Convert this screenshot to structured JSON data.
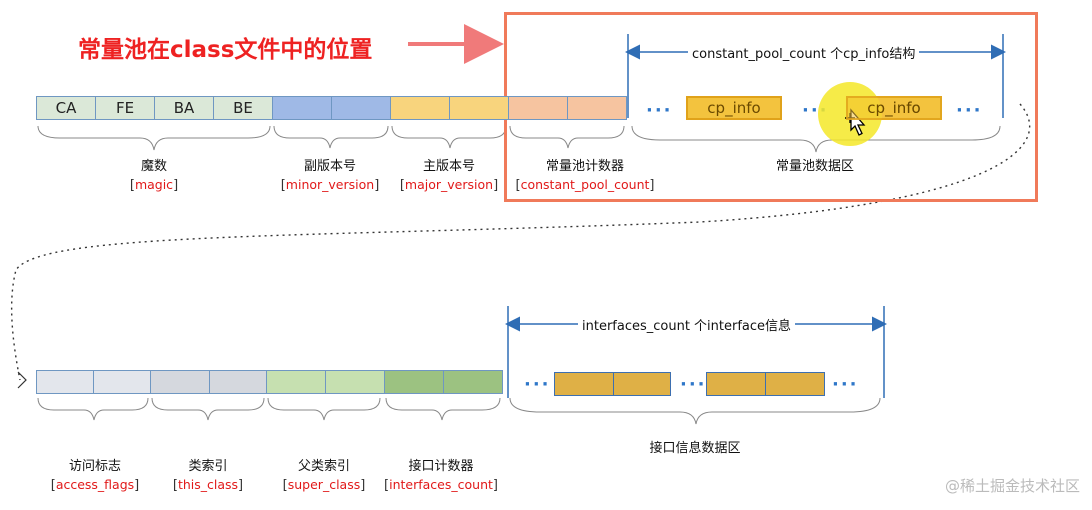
{
  "title": "常量池在class文件中的位置",
  "row1": {
    "magic_bytes": [
      "CA",
      "FE",
      "BA",
      "BE"
    ],
    "labels": [
      {
        "cn": "魔数",
        "en": "magic"
      },
      {
        "cn": "副版本号",
        "en": "minor_version"
      },
      {
        "cn": "主版本号",
        "en": "major_version"
      },
      {
        "cn": "常量池计数器",
        "en": "constant_pool_count"
      },
      {
        "cn": "常量池数据区",
        "en": ""
      }
    ],
    "span_label": "constant_pool_count 个cp_info结构",
    "cp_info": [
      "cp_info",
      "cp_info"
    ]
  },
  "row2": {
    "labels": [
      {
        "cn": "访问标志",
        "en": "access_flags"
      },
      {
        "cn": "类索引",
        "en": "this_class"
      },
      {
        "cn": "父类索引",
        "en": "super_class"
      },
      {
        "cn": "接口计数器",
        "en": "interfaces_count"
      },
      {
        "cn": "接口信息数据区",
        "en": ""
      }
    ],
    "span_label": "interfaces_count 个interface信息"
  },
  "watermark": "@稀土掘金技术社区",
  "colors": {
    "title": "#ee2222",
    "highlight_border": "#f07a5a",
    "magic_fill": "#dbe8d8",
    "minor_fill": "#9fb9e6",
    "major_fill": "#f8d47d",
    "cp_count_fill": "#f6c4a0",
    "cp_info_fill": "#f3c33e",
    "access_fill": "#e3e6ec",
    "this_fill": "#d5d8de",
    "super_fill": "#c6e0b0",
    "ifcount_fill": "#9cc281",
    "interface_fill": "#dfb046",
    "arrow": "#2f6db5"
  }
}
